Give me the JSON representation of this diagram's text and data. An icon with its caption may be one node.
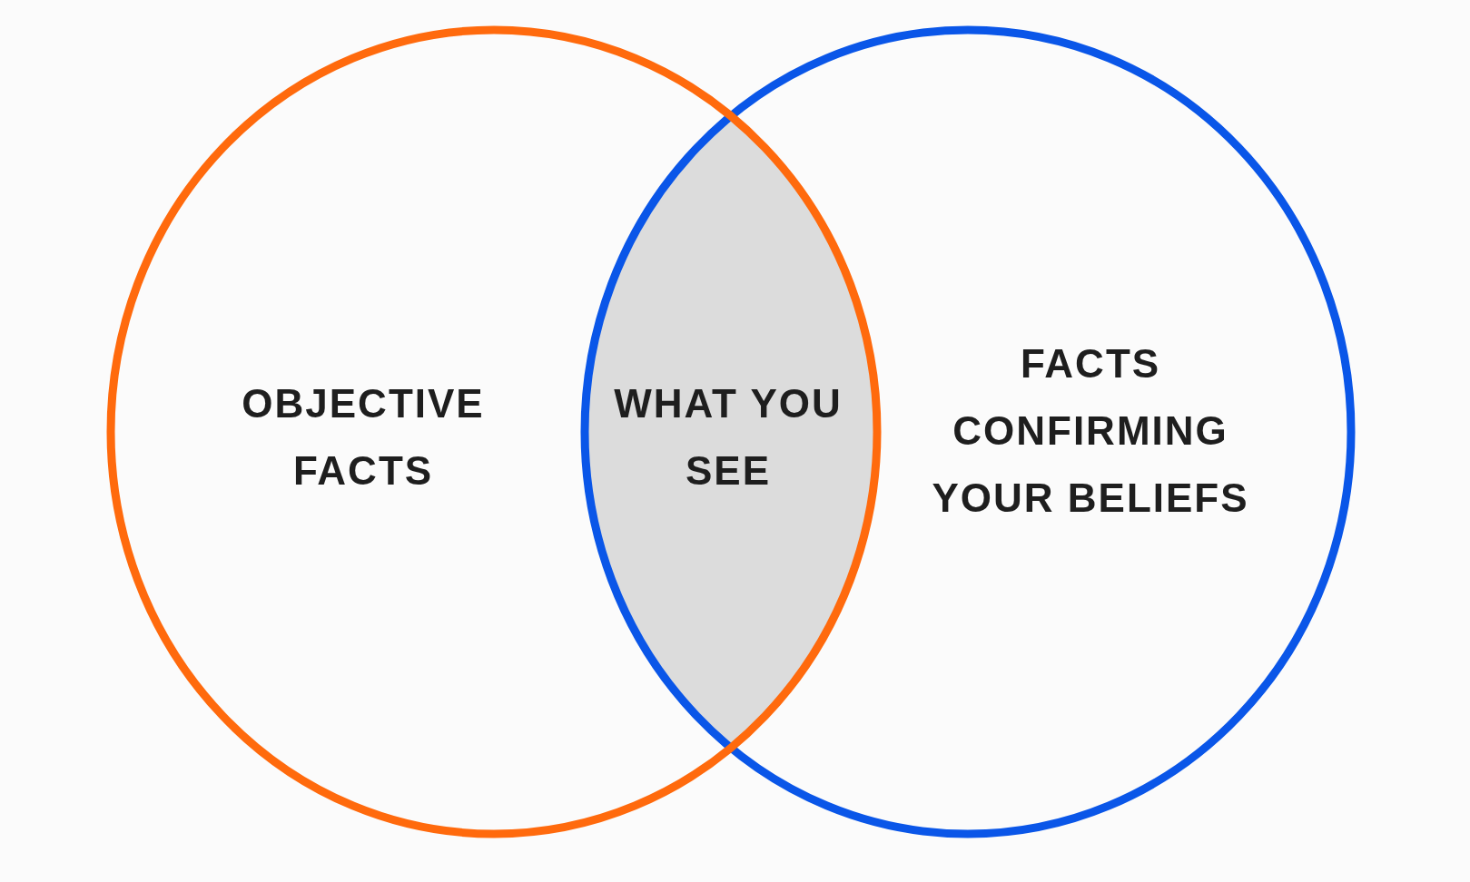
{
  "diagram": {
    "nodes": [
      {
        "text": [
          "OBJECTIVE FACTS"
        ]
      },
      {
        "text": [
          "FACTS CONFIRMING YOUR BELIEFS"
        ]
      },
      {
        "text": [
          "WHAT YOU SEE"
        ]
      }
    ]
  }
}
